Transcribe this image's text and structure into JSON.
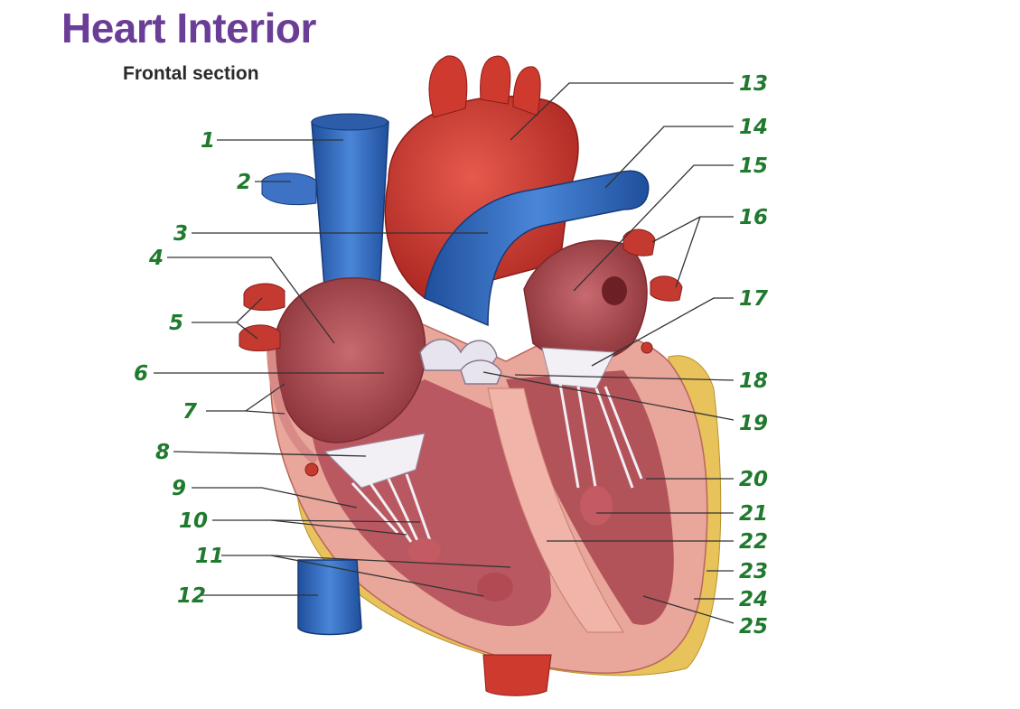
{
  "title": "Heart Interior",
  "subtitle": "Frontal section",
  "labels": [
    "1",
    "2",
    "3",
    "4",
    "5",
    "6",
    "7",
    "8",
    "9",
    "10",
    "11",
    "12",
    "13",
    "14",
    "15",
    "16",
    "17",
    "18",
    "19",
    "20",
    "21",
    "22",
    "23",
    "24",
    "25"
  ],
  "colors": {
    "title": "#6a3d96",
    "label": "#1f7a2e",
    "vein": "#2f63b8",
    "artery": "#c8332a",
    "myocardium": "#e9a69a",
    "chamber": "#a5454c",
    "valve": "#e8e4ee",
    "pericardium": "#e8c25a"
  }
}
